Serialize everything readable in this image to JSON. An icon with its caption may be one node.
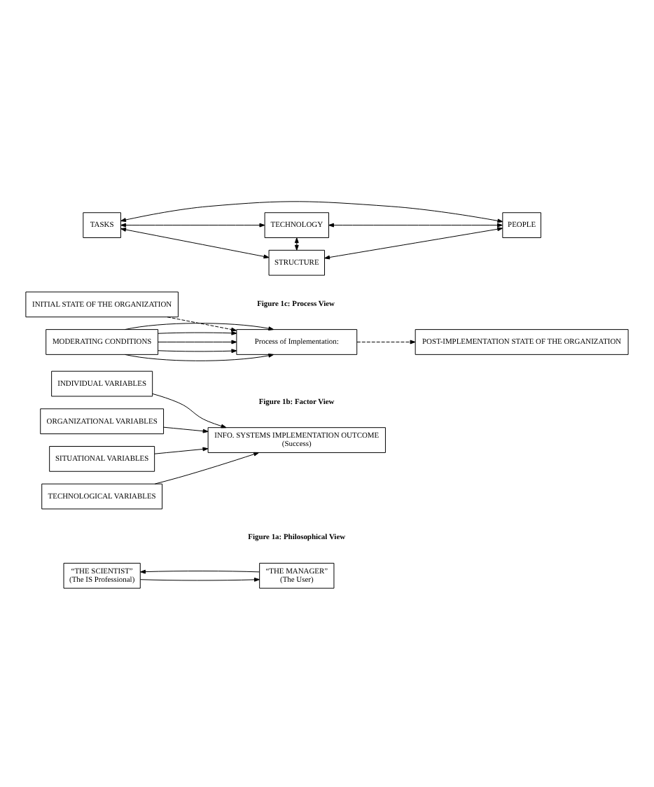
{
  "diagram": {
    "nodes": [
      {
        "text": [
          "“THE SCIENTIST”",
          "(The IS Professional)"
        ]
      },
      {
        "text": [
          "“THE MANAGER”",
          "(The User)"
        ]
      },
      {
        "text": [
          "INDIVIDUAL VARIABLES"
        ]
      },
      {
        "text": [
          "ORGANIZATIONAL VARIABLES"
        ]
      },
      {
        "text": [
          "SITUATIONAL VARIABLES"
        ]
      },
      {
        "text": [
          "TECHNOLOGICAL VARIABLES"
        ]
      },
      {
        "text": [
          "INFO. SYSTEMS IMPLEMENTATION OUTCOME",
          "(Success)"
        ]
      },
      {
        "text": [
          "INITIAL STATE OF THE ORGANIZATION"
        ]
      },
      {
        "text": [
          "Process of Implementation:"
        ]
      },
      {
        "text": [
          "POST-IMPLEMENTATION STATE OF THE ORGANIZATION"
        ]
      },
      {
        "text": [
          "MODERATING CONDITIONS"
        ]
      },
      {
        "text": [
          "STRUCTURE"
        ]
      },
      {
        "text": [
          "TASKS"
        ]
      },
      {
        "text": [
          "PEOPLE"
        ]
      },
      {
        "text": [
          "TECHNOLOGY"
        ]
      }
    ],
    "edges": [
      {
        "from": 0,
        "to": 1,
        "arrow": "to"
      },
      {
        "from": 1,
        "to": 0,
        "arrow": "to"
      },
      {
        "from": 2,
        "to": 6,
        "arrow": "to"
      },
      {
        "from": 3,
        "to": 6,
        "arrow": "to"
      },
      {
        "from": 4,
        "to": 6,
        "arrow": "to"
      },
      {
        "from": 5,
        "to": 6,
        "arrow": "to"
      },
      {
        "from": 7,
        "to": 8,
        "arrow": "to",
        "style": "dashed"
      },
      {
        "from": 8,
        "to": 9,
        "arrow": "to",
        "style": "dashed"
      },
      {
        "from": 10,
        "to": 8,
        "arrow": "to"
      },
      {
        "from": 10,
        "to": 8,
        "arrow": "to"
      },
      {
        "from": 10,
        "to": 8,
        "arrow": "to"
      },
      {
        "from": 10,
        "to": 8,
        "arrow": "to"
      },
      {
        "from": 10,
        "to": 8,
        "arrow": "to"
      },
      {
        "from": 12,
        "to": 11,
        "arrow": "both"
      },
      {
        "from": 11,
        "to": 13,
        "arrow": "both"
      },
      {
        "from": 12,
        "to": 13,
        "arrow": "both"
      },
      {
        "from": 11,
        "to": 14,
        "arrow": "both"
      },
      {
        "from": 12,
        "to": 14,
        "arrow": "both"
      },
      {
        "from": 14,
        "to": 13,
        "arrow": "both"
      }
    ],
    "labels": [
      "Figure 1a: Philosophical View",
      "Figure 1b: Factor View",
      "Figure 1c: Process View"
    ]
  }
}
